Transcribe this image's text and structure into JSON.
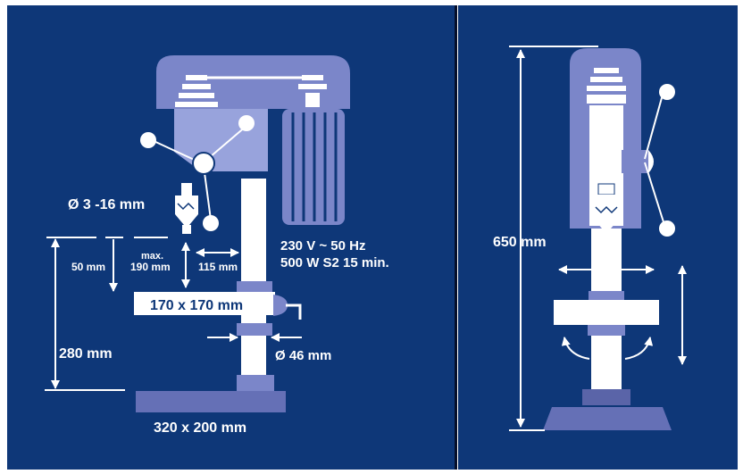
{
  "colors": {
    "background": "#0e3778",
    "outer": "#ffffff",
    "body_mid": "#7b86c9",
    "body_light": "#98a3dc",
    "body_dark": "#5a64a8",
    "base": "#6570b6",
    "label": "#ffffff",
    "table_text": "#0e3778"
  },
  "front_view": {
    "chuck_range": "Ø 3 -16 mm",
    "power": "230 V ~ 50 Hz",
    "motor": "500 W S2 15 min.",
    "max_label": "max.",
    "max_distance": "190 mm",
    "throat_depth": "115 mm",
    "spindle_stroke": "50 mm",
    "table_size": "170 x 170 mm",
    "column_diameter": "Ø 46 mm",
    "column_height": "280 mm",
    "base_size": "320 x 200 mm"
  },
  "side_view": {
    "total_height": "650 mm"
  },
  "icons": [
    "callout-dot-icon",
    "double-arrow-icon",
    "rotation-arrow-icon"
  ]
}
